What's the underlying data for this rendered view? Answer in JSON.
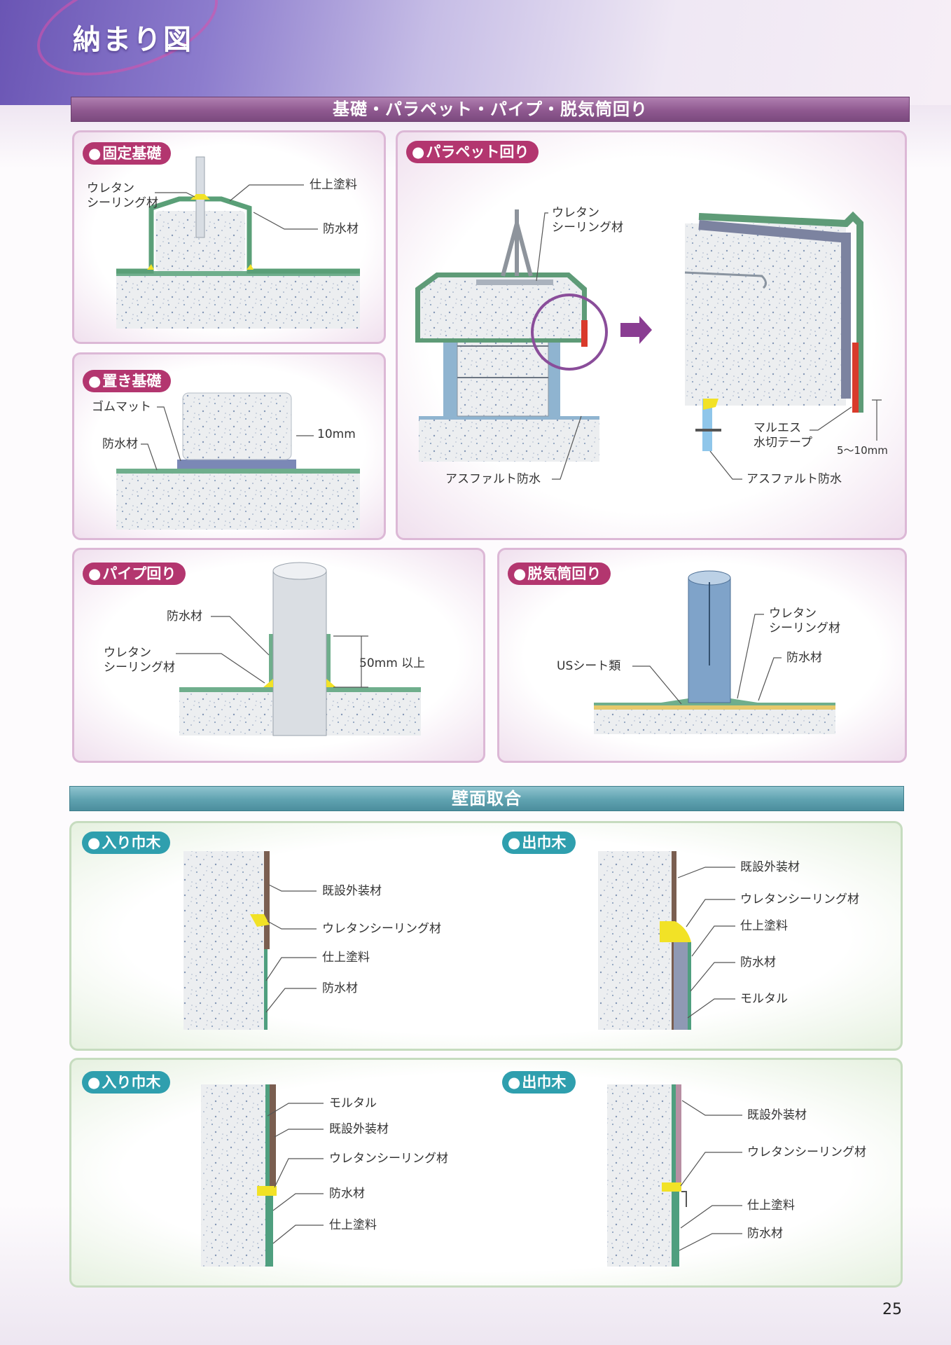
{
  "page": {
    "title": "納まり図",
    "number": "25"
  },
  "colors": {
    "purple_bar": "#8f5990",
    "teal_bar": "#5fa2b0",
    "magenta_pill": "#b3366f",
    "teal_pill": "#2f9fae"
  },
  "section1": {
    "title": "基礎・パラペット・パイプ・脱気筒回り",
    "fixed_base": {
      "title": "固定基礎",
      "sealant_1": "ウレタン",
      "sealant_2": "シーリング材",
      "finish": "仕上塗料",
      "waterproof": "防水材"
    },
    "placed_base": {
      "title": "置き基礎",
      "rubber": "ゴムマット",
      "waterproof": "防水材",
      "gap": "10mm"
    },
    "parapet": {
      "title": "パラペット回り",
      "sealant_1": "ウレタン",
      "sealant_2": "シーリング材",
      "asphalt_left": "アスファルト防水",
      "tape_1": "マルエス",
      "tape_2": "水切テープ",
      "gap": "5～10mm",
      "asphalt_right": "アスファルト防水"
    },
    "pipe": {
      "title": "パイプ回り",
      "waterproof": "防水材",
      "sealant_1": "ウレタン",
      "sealant_2": "シーリング材",
      "height": "50mm 以上"
    },
    "vent": {
      "title": "脱気筒回り",
      "sealant_1": "ウレタン",
      "sealant_2": "シーリング材",
      "sheet": "USシート類",
      "waterproof": "防水材"
    }
  },
  "section2": {
    "title": "壁面取合",
    "a": {
      "title": "入り巾木",
      "l1": "既設外装材",
      "l2": "ウレタンシーリング材",
      "l3": "仕上塗料",
      "l4": "防水材"
    },
    "b": {
      "title": "出巾木",
      "l1": "既設外装材",
      "l2": "ウレタンシーリング材",
      "l3": "仕上塗料",
      "l4": "防水材",
      "l5": "モルタル"
    },
    "c": {
      "title": "入り巾木",
      "l1": "モルタル",
      "l2": "既設外装材",
      "l3": "ウレタンシーリング材",
      "l4": "防水材",
      "l5": "仕上塗料"
    },
    "d": {
      "title": "出巾木",
      "l1": "既設外装材",
      "l2": "ウレタンシーリング材",
      "l3": "仕上塗料",
      "l4": "防水材"
    }
  }
}
